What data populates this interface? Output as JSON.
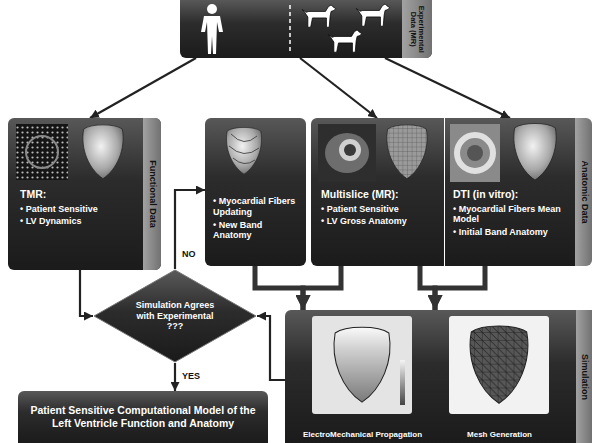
{
  "diagram": {
    "nodes": [
      {
        "text": [
          "Experimental Data (MR)"
        ]
      },
      {
        "text": [
          "Functional Data",
          "TMR:",
          "• Patient Sensitive",
          "• LV Dynamics"
        ]
      },
      {
        "text": [
          "Anatomic Data"
        ]
      },
      {
        "text": [
          "• Myocardial Fibers Updating",
          "• New Band Anatomy"
        ],
        "in": 2
      },
      {
        "text": [
          "Multislice (MR):",
          "• Patient Sensitive",
          "• LV Gross Anatomy"
        ],
        "in": 2
      },
      {
        "text": [
          "DTI (in vitro):",
          "• Myocardial Fibers Mean Model",
          "• Initial Band Anatomy"
        ],
        "in": 2
      },
      {
        "text": [
          "Simulation Agrees with Experimental ???"
        ]
      },
      {
        "text": [
          "Patient Sensitive Computational Model of the Left Ventricle Function and Anatomy"
        ]
      },
      {
        "text": [
          "Simulation"
        ]
      },
      {
        "text": [
          "ElectroMechanical Propagation"
        ],
        "in": 8
      },
      {
        "text": [
          "Mesh Generation"
        ],
        "in": 8
      }
    ],
    "edges": [
      {
        "from": 0,
        "to": 1,
        "arrow": "to"
      },
      {
        "from": 0,
        "to": 4,
        "arrow": "to"
      },
      {
        "from": 0,
        "to": 5,
        "arrow": "to"
      },
      {
        "from": 1,
        "to": 6,
        "arrow": "to"
      },
      {
        "from": 6,
        "to": 3,
        "label": "NO",
        "arrow": "to"
      },
      {
        "from": 6,
        "to": 7,
        "label": "YES",
        "arrow": "to"
      },
      {
        "from": 8,
        "to": 6,
        "arrow": "to"
      },
      {
        "from": 3,
        "to": 8,
        "arrow": "to"
      },
      {
        "from": 4,
        "to": 8,
        "arrow": "to"
      },
      {
        "from": 4,
        "to": 8,
        "arrow": "to"
      },
      {
        "from": 5,
        "to": 8,
        "arrow": "to"
      }
    ]
  }
}
